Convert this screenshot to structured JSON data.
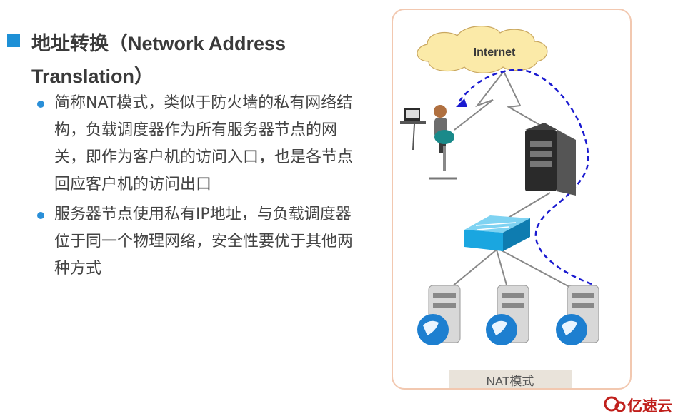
{
  "slide": {
    "heading": "地址转换（Network Address Translation）",
    "bullets": [
      "简称NAT模式，类似于防火墙的私有网络结构，负载调度器作为所有服务器节点的网关，即作为客户机的访问入口，也是各节点回应客户机的访问出口",
      "服务器节点使用私有IP地址，与负载调度器位于同一个物理网络，安全性要优于其他两种方式"
    ]
  },
  "diagram": {
    "cloud_label": "Internet",
    "caption": "NAT模式"
  },
  "brand": {
    "name": "亿速云"
  },
  "colors": {
    "accent": "#1e90d6",
    "dashed_path": "#1a1ad0",
    "cloud": "#fbeaa8",
    "switch": "#1aa6e0"
  }
}
